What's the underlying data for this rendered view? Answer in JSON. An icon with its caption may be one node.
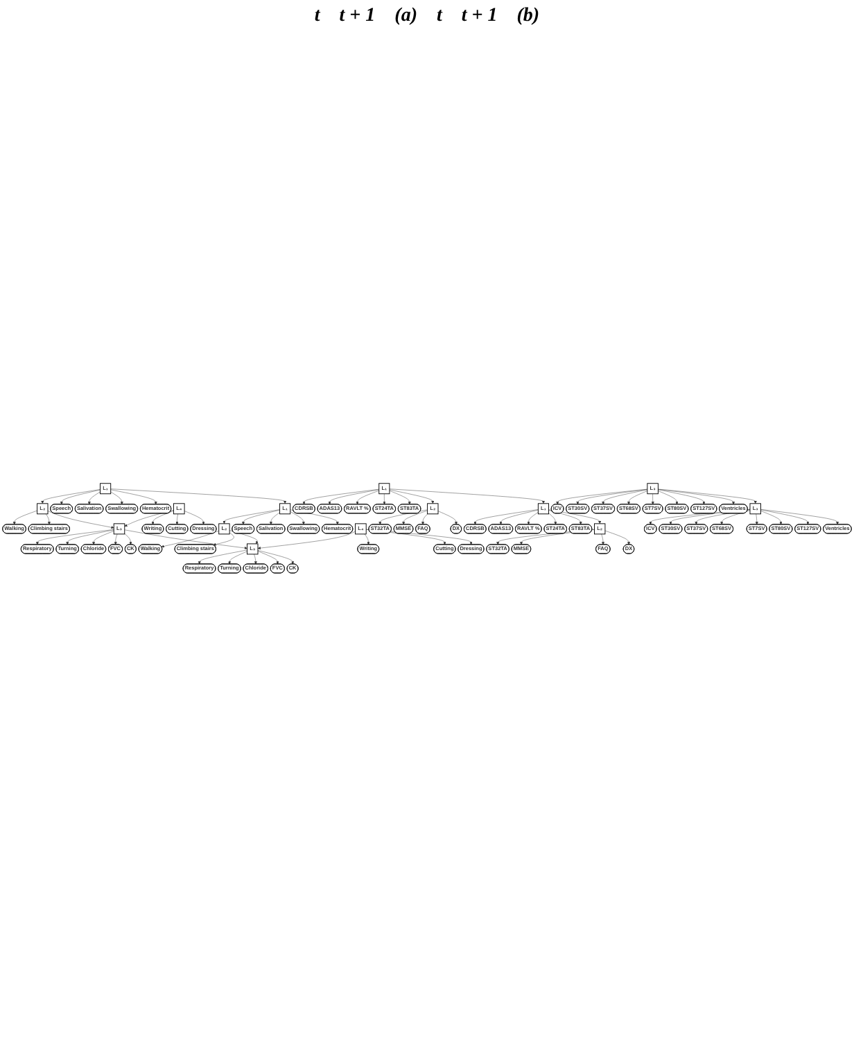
{
  "diagram": {
    "nodes": [
      {
        "text": [
          "L₁"
        ]
      },
      {
        "text": [
          "L₂"
        ]
      },
      {
        "text": [
          "Walking"
        ]
      },
      {
        "text": [
          "Climbing stairs"
        ]
      },
      {
        "text": [
          "Speech"
        ]
      },
      {
        "text": [
          "Salivation"
        ]
      },
      {
        "text": [
          "Swallowing"
        ]
      },
      {
        "text": [
          "Hematocrit"
        ]
      },
      {
        "text": [
          "L₃"
        ]
      },
      {
        "text": [
          "L₄"
        ]
      },
      {
        "text": [
          "Writing"
        ]
      },
      {
        "text": [
          "Cutting"
        ]
      },
      {
        "text": [
          "Dressing"
        ]
      },
      {
        "text": [
          "Respiratory"
        ]
      },
      {
        "text": [
          "Turning"
        ]
      },
      {
        "text": [
          "Chloride"
        ]
      },
      {
        "text": [
          "FVC"
        ]
      },
      {
        "text": [
          "CK"
        ]
      },
      {
        "text": [
          "L₁"
        ]
      },
      {
        "text": [
          "L₂"
        ]
      },
      {
        "text": [
          "Walking"
        ]
      },
      {
        "text": [
          "Climbing stairs"
        ]
      },
      {
        "text": [
          "Speech"
        ]
      },
      {
        "text": [
          "Salivation"
        ]
      },
      {
        "text": [
          "Swallowing"
        ]
      },
      {
        "text": [
          "Hematocrit"
        ]
      },
      {
        "text": [
          "L₃"
        ]
      },
      {
        "text": [
          "L₄"
        ]
      },
      {
        "text": [
          "Writing"
        ]
      },
      {
        "text": [
          "Cutting"
        ]
      },
      {
        "text": [
          "Dressing"
        ]
      },
      {
        "text": [
          "Respiratory"
        ]
      },
      {
        "text": [
          "Turning"
        ]
      },
      {
        "text": [
          "Chloride"
        ]
      },
      {
        "text": [
          "FVC"
        ]
      },
      {
        "text": [
          "CK"
        ]
      },
      {
        "text": [
          "L₁"
        ]
      },
      {
        "text": [
          "CDRSB"
        ]
      },
      {
        "text": [
          "ADAS13"
        ]
      },
      {
        "text": [
          "RAVLT %"
        ]
      },
      {
        "text": [
          "ST24TA"
        ]
      },
      {
        "text": [
          "ST83TA"
        ]
      },
      {
        "text": [
          "L₂"
        ]
      },
      {
        "text": [
          "ST32TA"
        ]
      },
      {
        "text": [
          "MMSE"
        ]
      },
      {
        "text": [
          "FAQ"
        ]
      },
      {
        "text": [
          "DX"
        ]
      },
      {
        "text": [
          "L₃"
        ]
      },
      {
        "text": [
          "ICV"
        ]
      },
      {
        "text": [
          "ST30SV"
        ]
      },
      {
        "text": [
          "ST37SV"
        ]
      },
      {
        "text": [
          "ST68SV"
        ]
      },
      {
        "text": [
          "ST7SV"
        ]
      },
      {
        "text": [
          "ST80SV"
        ]
      },
      {
        "text": [
          "ST127SV"
        ]
      },
      {
        "text": [
          "Ventricles"
        ]
      },
      {
        "text": [
          "L₁"
        ]
      },
      {
        "text": [
          "CDRSB"
        ]
      },
      {
        "text": [
          "ADAS13"
        ]
      },
      {
        "text": [
          "RAVLT %"
        ]
      },
      {
        "text": [
          "ST24TA"
        ]
      },
      {
        "text": [
          "ST83TA"
        ]
      },
      {
        "text": [
          "L₂"
        ]
      },
      {
        "text": [
          "ST32TA"
        ]
      },
      {
        "text": [
          "MMSE"
        ]
      },
      {
        "text": [
          "FAQ"
        ]
      },
      {
        "text": [
          "DX"
        ]
      },
      {
        "text": [
          "L₃"
        ]
      },
      {
        "text": [
          "ICV"
        ]
      },
      {
        "text": [
          "ST30SV"
        ]
      },
      {
        "text": [
          "ST37SV"
        ]
      },
      {
        "text": [
          "ST68SV"
        ]
      },
      {
        "text": [
          "ST7SV"
        ]
      },
      {
        "text": [
          "ST80SV"
        ]
      },
      {
        "text": [
          "ST127SV"
        ]
      },
      {
        "text": [
          "Ventricles"
        ]
      }
    ],
    "edges": [
      {
        "from": 0,
        "to": 1,
        "arrow": "to"
      },
      {
        "from": 0,
        "to": 4,
        "arrow": "to"
      },
      {
        "from": 0,
        "to": 5,
        "arrow": "to"
      },
      {
        "from": 0,
        "to": 6,
        "arrow": "to"
      },
      {
        "from": 0,
        "to": 7,
        "arrow": "to"
      },
      {
        "from": 1,
        "to": 2,
        "arrow": "to"
      },
      {
        "from": 1,
        "to": 3,
        "arrow": "to"
      },
      {
        "from": 1,
        "to": 8,
        "arrow": "to"
      },
      {
        "from": 9,
        "to": 8,
        "arrow": "to"
      },
      {
        "from": 9,
        "to": 10,
        "arrow": "to"
      },
      {
        "from": 9,
        "to": 11,
        "arrow": "to"
      },
      {
        "from": 9,
        "to": 12,
        "arrow": "to"
      },
      {
        "from": 8,
        "to": 13,
        "arrow": "to"
      },
      {
        "from": 8,
        "to": 14,
        "arrow": "to"
      },
      {
        "from": 8,
        "to": 15,
        "arrow": "to"
      },
      {
        "from": 8,
        "to": 16,
        "arrow": "to"
      },
      {
        "from": 8,
        "to": 17,
        "arrow": "to"
      },
      {
        "from": 0,
        "to": 18,
        "arrow": "to"
      },
      {
        "from": 8,
        "to": 26,
        "arrow": "to"
      },
      {
        "from": 18,
        "to": 19,
        "arrow": "to"
      },
      {
        "from": 18,
        "to": 22,
        "arrow": "to"
      },
      {
        "from": 18,
        "to": 23,
        "arrow": "to"
      },
      {
        "from": 18,
        "to": 24,
        "arrow": "to"
      },
      {
        "from": 18,
        "to": 25,
        "arrow": "to"
      },
      {
        "from": 19,
        "to": 20,
        "arrow": "to"
      },
      {
        "from": 19,
        "to": 21,
        "arrow": "to"
      },
      {
        "from": 19,
        "to": 26,
        "arrow": "to"
      },
      {
        "from": 27,
        "to": 26,
        "arrow": "to"
      },
      {
        "from": 27,
        "to": 28,
        "arrow": "to"
      },
      {
        "from": 27,
        "to": 29,
        "arrow": "to"
      },
      {
        "from": 27,
        "to": 30,
        "arrow": "to"
      },
      {
        "from": 26,
        "to": 31,
        "arrow": "to"
      },
      {
        "from": 26,
        "to": 32,
        "arrow": "to"
      },
      {
        "from": 26,
        "to": 33,
        "arrow": "to"
      },
      {
        "from": 26,
        "to": 34,
        "arrow": "to"
      },
      {
        "from": 26,
        "to": 35,
        "arrow": "to"
      },
      {
        "from": 36,
        "to": 37,
        "arrow": "to"
      },
      {
        "from": 36,
        "to": 38,
        "arrow": "to"
      },
      {
        "from": 36,
        "to": 39,
        "arrow": "to"
      },
      {
        "from": 36,
        "to": 40,
        "arrow": "to"
      },
      {
        "from": 36,
        "to": 41,
        "arrow": "to"
      },
      {
        "from": 36,
        "to": 42,
        "arrow": "to"
      },
      {
        "from": 42,
        "to": 43,
        "arrow": "to"
      },
      {
        "from": 42,
        "to": 44,
        "arrow": "to"
      },
      {
        "from": 42,
        "to": 45,
        "arrow": "to"
      },
      {
        "from": 42,
        "to": 46,
        "arrow": "to"
      },
      {
        "from": 47,
        "to": 48,
        "arrow": "to"
      },
      {
        "from": 47,
        "to": 49,
        "arrow": "to"
      },
      {
        "from": 47,
        "to": 50,
        "arrow": "to"
      },
      {
        "from": 47,
        "to": 51,
        "arrow": "to"
      },
      {
        "from": 47,
        "to": 52,
        "arrow": "to"
      },
      {
        "from": 47,
        "to": 53,
        "arrow": "to"
      },
      {
        "from": 47,
        "to": 54,
        "arrow": "to"
      },
      {
        "from": 47,
        "to": 55,
        "arrow": "to"
      },
      {
        "from": 36,
        "to": 56,
        "arrow": "to"
      },
      {
        "from": 47,
        "to": 67,
        "arrow": "to"
      },
      {
        "from": 56,
        "to": 57,
        "arrow": "to"
      },
      {
        "from": 56,
        "to": 58,
        "arrow": "to"
      },
      {
        "from": 56,
        "to": 59,
        "arrow": "to"
      },
      {
        "from": 56,
        "to": 60,
        "arrow": "to"
      },
      {
        "from": 56,
        "to": 61,
        "arrow": "to"
      },
      {
        "from": 56,
        "to": 62,
        "arrow": "to"
      },
      {
        "from": 62,
        "to": 63,
        "arrow": "to"
      },
      {
        "from": 62,
        "to": 64,
        "arrow": "to"
      },
      {
        "from": 62,
        "to": 65,
        "arrow": "to"
      },
      {
        "from": 62,
        "to": 66,
        "arrow": "to"
      },
      {
        "from": 67,
        "to": 68,
        "arrow": "to"
      },
      {
        "from": 67,
        "to": 69,
        "arrow": "to"
      },
      {
        "from": 67,
        "to": 70,
        "arrow": "to"
      },
      {
        "from": 67,
        "to": 71,
        "arrow": "to"
      },
      {
        "from": 67,
        "to": 72,
        "arrow": "to"
      },
      {
        "from": 67,
        "to": 73,
        "arrow": "to"
      },
      {
        "from": 67,
        "to": 74,
        "arrow": "to"
      },
      {
        "from": 67,
        "to": 75,
        "arrow": "to"
      }
    ],
    "labels": [
      "t",
      "t + 1",
      "(a)",
      "t",
      "t + 1",
      "(b)"
    ]
  }
}
